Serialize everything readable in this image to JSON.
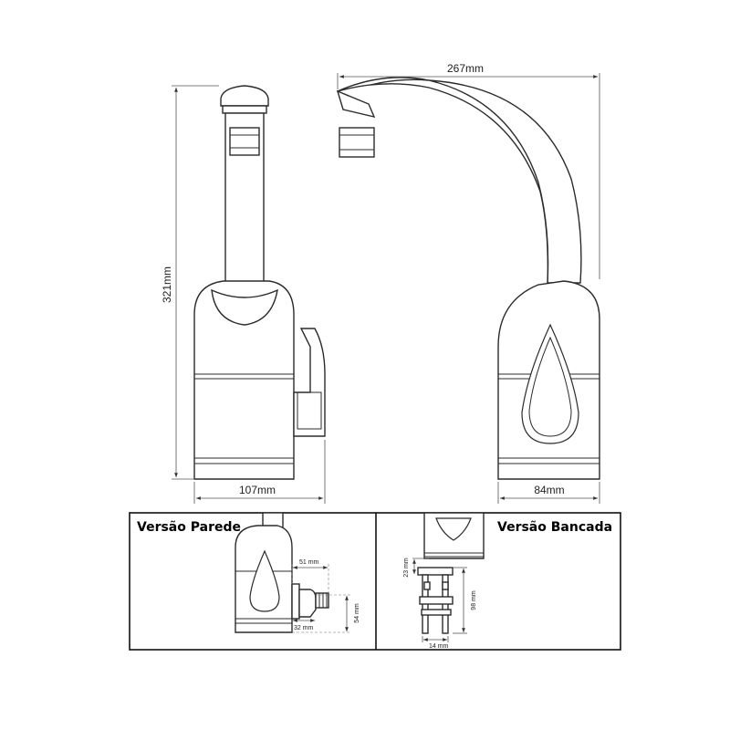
{
  "dimensions": {
    "height": "321mm",
    "side_width": "107mm",
    "reach": "267mm",
    "base_depth": "84mm"
  },
  "panels": {
    "wall": {
      "title": "Versão Parede",
      "dim_51": "51 mm",
      "dim_32": "32 mm",
      "dim_54": "54 mm"
    },
    "bench": {
      "title": "Versão Bancada",
      "dim_23": "23 mm",
      "dim_98": "98 mm",
      "dim_14": "14 mm"
    }
  }
}
